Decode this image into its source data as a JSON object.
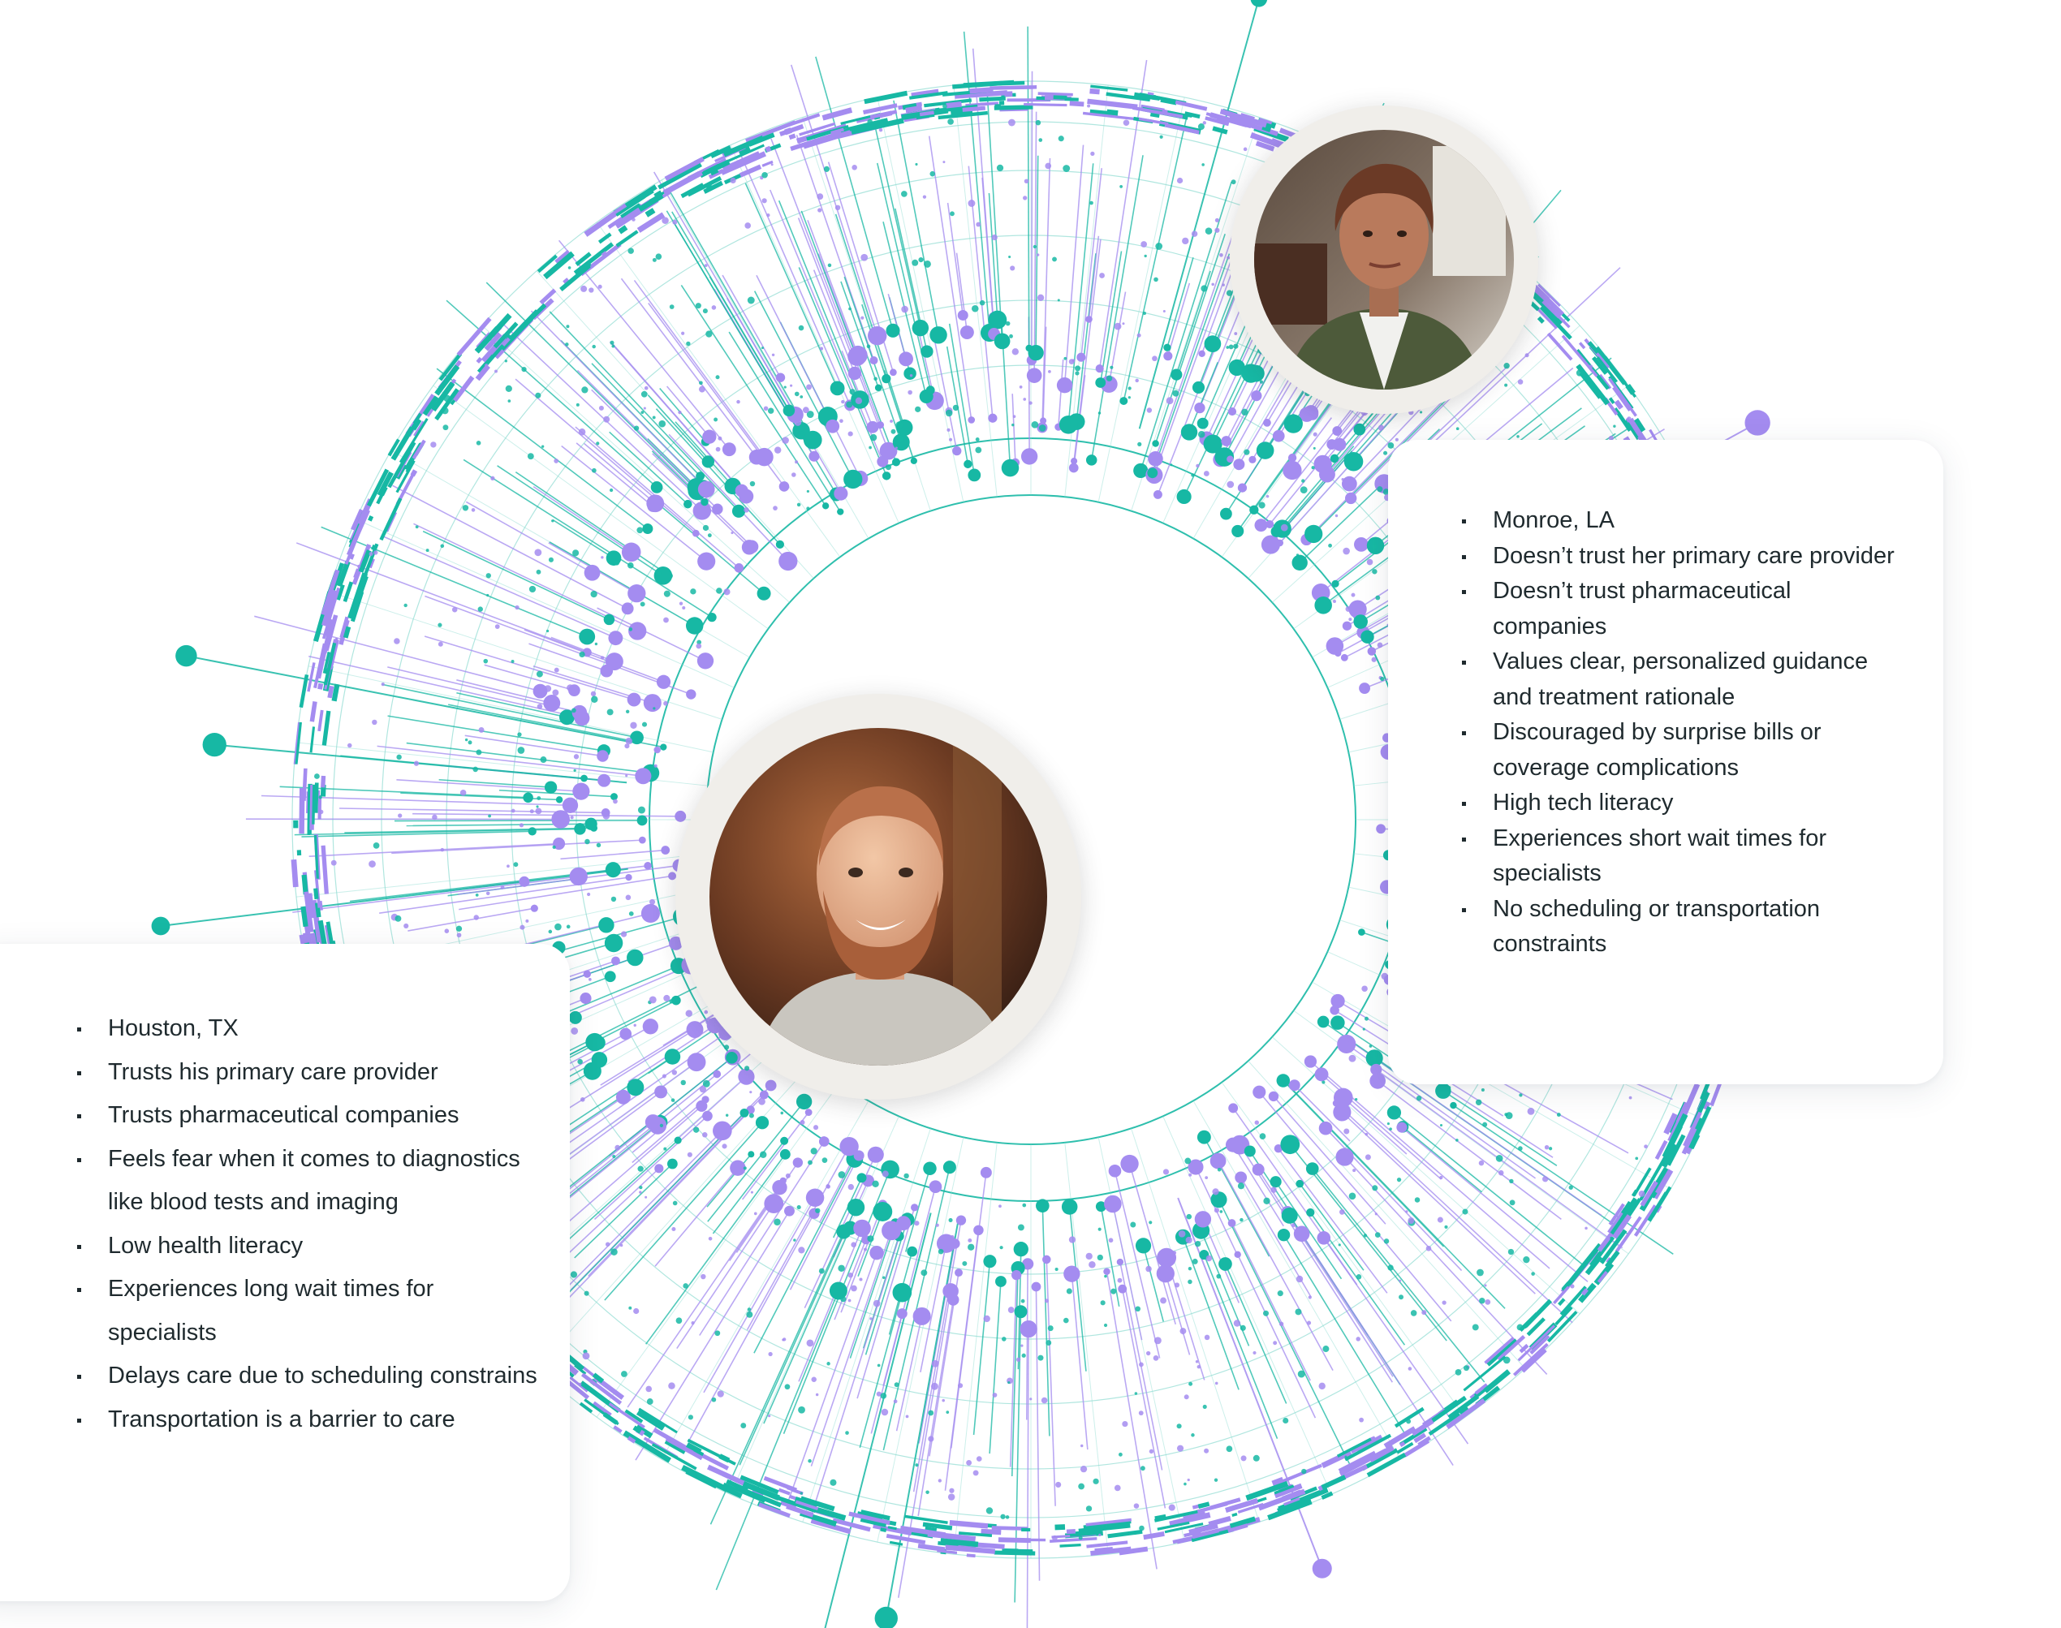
{
  "colors": {
    "teal": "#17b8a4",
    "purple": "#a48cf0",
    "light_teal": "#8fdcd2",
    "light_purple": "#cfc2f7",
    "text": "#1f2a2e",
    "card_background": "#ffffff",
    "portrait_frame": "#f0eeea"
  },
  "personas": [
    {
      "id": "houston",
      "photo_icon": "man-portrait-photo",
      "traits": [
        "Houston, TX",
        "Trusts his primary care provider",
        "Trusts pharmaceutical companies",
        "Feels fear when it comes to diagnostics like blood tests and imaging",
        "Low health literacy",
        "Experiences long wait times for specialists",
        "Delays care due to scheduling constrains",
        "Transportation is a barrier to care"
      ]
    },
    {
      "id": "monroe",
      "photo_icon": "woman-portrait-photo",
      "traits": [
        "Monroe, LA",
        "Doesn’t trust her primary care provider",
        "Doesn’t trust pharmaceutical companies",
        "Values clear, personalized guidance and treatment rationale",
        "Discouraged by surprise bills or coverage complications",
        "High tech literacy",
        "Experiences short wait times for specialists",
        "No scheduling or transportation constraints"
      ]
    }
  ]
}
